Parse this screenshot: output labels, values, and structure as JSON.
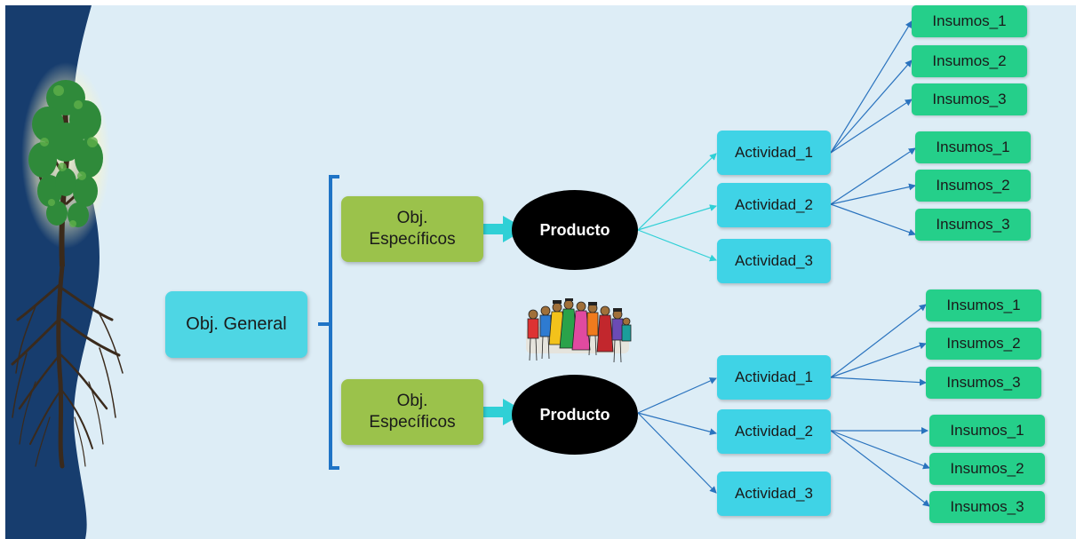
{
  "diagram": {
    "general": {
      "label": "Obj. General"
    },
    "branches": [
      {
        "objetivo": {
          "line1": "Obj.",
          "line2": "Específicos"
        },
        "producto": "Producto",
        "actividades": [
          {
            "label": "Actividad_1",
            "insumos": [
              "Insumos_1",
              "Insumos_2",
              "Insumos_3"
            ]
          },
          {
            "label": "Actividad_2",
            "insumos": [
              "Insumos_1",
              "Insumos_2",
              "Insumos_3"
            ]
          },
          {
            "label": "Actividad_3",
            "insumos": []
          }
        ]
      },
      {
        "objetivo": {
          "line1": "Obj.",
          "line2": "Específicos"
        },
        "producto": "Producto",
        "actividades": [
          {
            "label": "Actividad_1",
            "insumos": [
              "Insumos_1",
              "Insumos_2",
              "Insumos_3"
            ]
          },
          {
            "label": "Actividad_2",
            "insumos": [
              "Insumos_1",
              "Insumos_2",
              "Insumos_3"
            ]
          },
          {
            "label": "Actividad_3",
            "insumos": []
          }
        ]
      }
    ]
  },
  "illustrations": {
    "left": "tree-with-roots",
    "center": "group-of-people"
  },
  "colors": {
    "background": "#ddedf6",
    "left_panel": "#173d6e",
    "general_box": "#4ed6e4",
    "objetivo_box": "#9bc24b",
    "producto": "#000000",
    "actividad_box": "#3fd3e6",
    "insumos_box": "#25cf8a",
    "bracket": "#1f74c6",
    "arrow_cyan": "#2fd0d6",
    "arrow_blue": "#2a73be"
  }
}
